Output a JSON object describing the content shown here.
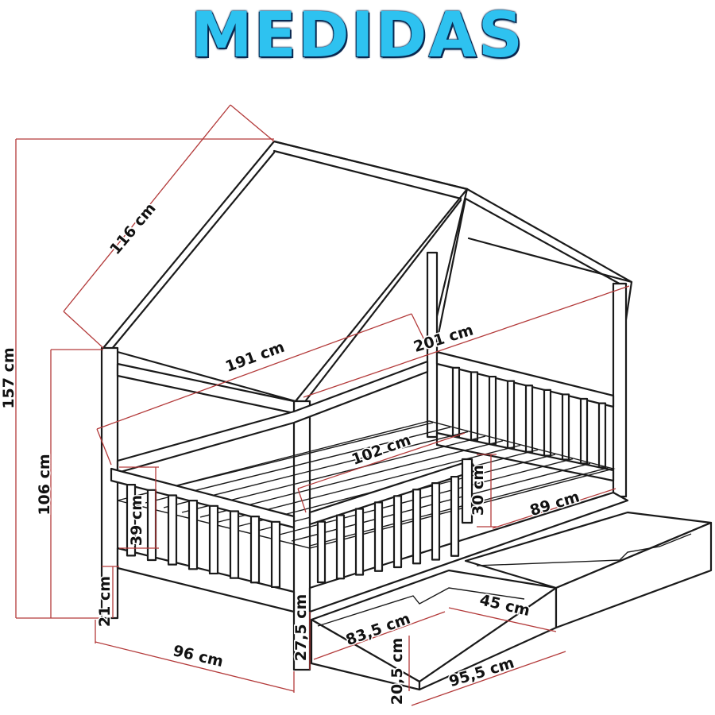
{
  "title": "MEDIDAS",
  "colors": {
    "title": "#2ec2f0",
    "title_outline": "#0a2a52",
    "dimension_line": "#b33a3a",
    "outline": "#1a1a1a"
  },
  "dimensions": {
    "roof_slope": "116 cm",
    "total_height": "157 cm",
    "side_height": "106 cm",
    "inner_length": "191 cm",
    "total_length": "201 cm",
    "inner_width": "102 cm",
    "rail_height": "30 cm",
    "side_rail_height": "39 cm",
    "leg_height": "21 cm",
    "total_width": "96 cm",
    "drawer_clearance": "27,5 cm",
    "drawer_length_inner": "89 cm",
    "drawer_width": "45 cm",
    "drawer_length": "83,5 cm",
    "drawer_height": "20,5 cm",
    "drawer_total_length": "95,5 cm"
  }
}
